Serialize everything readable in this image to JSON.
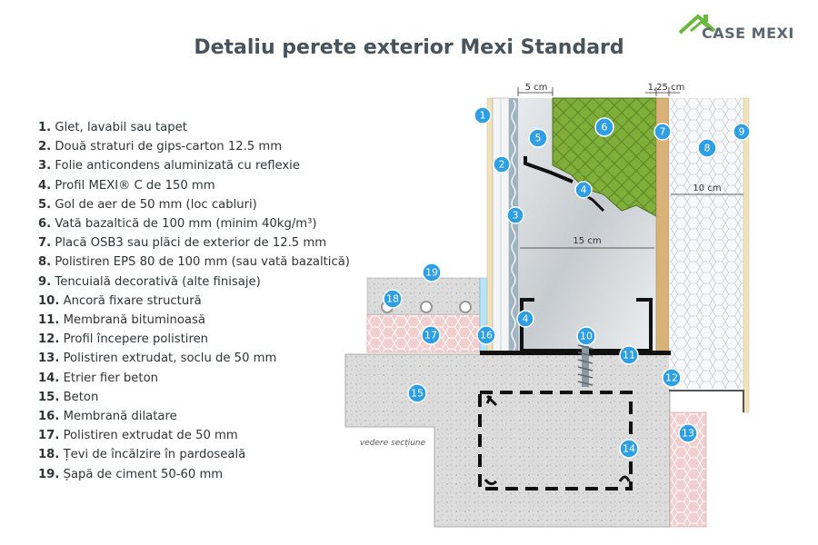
{
  "title": "Detaliu perete exterior Mexi Standard",
  "logo": {
    "text": "CASE MEXI",
    "colors": {
      "green": "#6ab83e",
      "gray": "#5b6770"
    }
  },
  "legend": [
    {
      "num": "1.",
      "text": "Glet, lavabil sau tapet"
    },
    {
      "num": "2.",
      "text": "Două straturi de gips-carton 12.5 mm"
    },
    {
      "num": "3.",
      "text": "Folie anticondens aluminizată cu reflexie"
    },
    {
      "num": "4.",
      "text": "Profil MEXI® C de 150 mm"
    },
    {
      "num": "5.",
      "text": "Gol de aer de 50 mm (loc cabluri)"
    },
    {
      "num": "6.",
      "text": "Vată bazaltică de 100 mm (minim 40kg/m³)"
    },
    {
      "num": "7.",
      "text": "Placă OSB3 sau plăci de exterior de 12.5 mm"
    },
    {
      "num": "8.",
      "text": "Polistiren EPS 80 de 100 mm (sau vată bazaltică)"
    },
    {
      "num": "9.",
      "text": "Tencuială decorativă (alte finisaje)"
    },
    {
      "num": "10.",
      "text": "Ancoră fixare structură"
    },
    {
      "num": "11.",
      "text": "Membrană bituminoasă"
    },
    {
      "num": "12.",
      "text": "Profil începere polistiren"
    },
    {
      "num": "13.",
      "text": "Polistiren extrudat, soclu de 50 mm"
    },
    {
      "num": "14.",
      "text": "Etrier fier beton"
    },
    {
      "num": "15.",
      "text": "Beton"
    },
    {
      "num": "16.",
      "text": "Membrană dilatare"
    },
    {
      "num": "17.",
      "text": "Polistiren extrudat de 50 mm"
    },
    {
      "num": "18.",
      "text": "Țevi de încălzire în pardoseală"
    },
    {
      "num": "19.",
      "text": "Șapă de ciment 50-60 mm"
    }
  ],
  "dimensions": {
    "air_gap": "5 cm",
    "osb": "1,25 cm",
    "eps": "10 cm",
    "profile": "15 cm"
  },
  "section_note": "vedere secțiune",
  "badges": [
    "1",
    "2",
    "3",
    "4",
    "4",
    "5",
    "6",
    "7",
    "8",
    "9",
    "10",
    "11",
    "12",
    "13",
    "14",
    "15",
    "16",
    "17",
    "18",
    "19"
  ],
  "colors": {
    "badge": "#2f9fe5",
    "wool": "#7fae3a",
    "osb": "#d9b27a",
    "eps": "#f4f6f8",
    "xps": "#f2cfcf",
    "concrete": "#dcdcdc",
    "screed": "#e2e2e2",
    "profile": "#bfc3c6"
  }
}
